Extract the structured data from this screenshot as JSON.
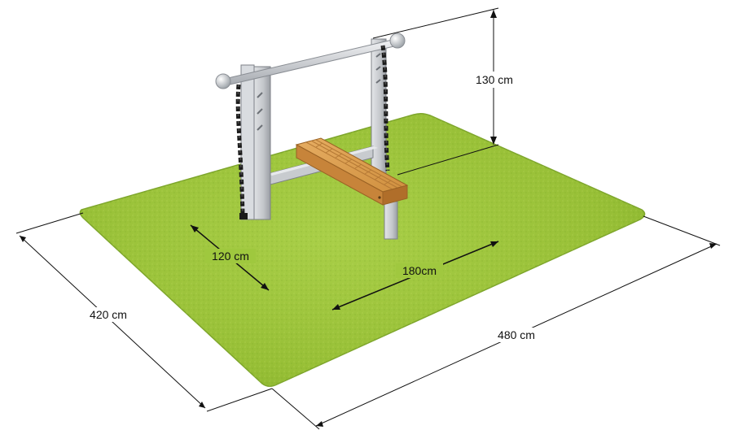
{
  "dimensions": {
    "total_depth": "420 cm",
    "total_width": "480 cm",
    "height": "130 cm",
    "frame_depth": "120 cm",
    "bench_length": "180cm"
  },
  "colors": {
    "grass": "#9cc43c",
    "grass_dark": "#6f9a22",
    "grass_edge": "#7ea62c",
    "steel": "#c9ccd0",
    "steel_dark": "#8a8e94",
    "wood": "#d99a4e",
    "wood_dark": "#b06e2a",
    "chain": "#1a1a1a",
    "dimension_line": "#111111"
  }
}
